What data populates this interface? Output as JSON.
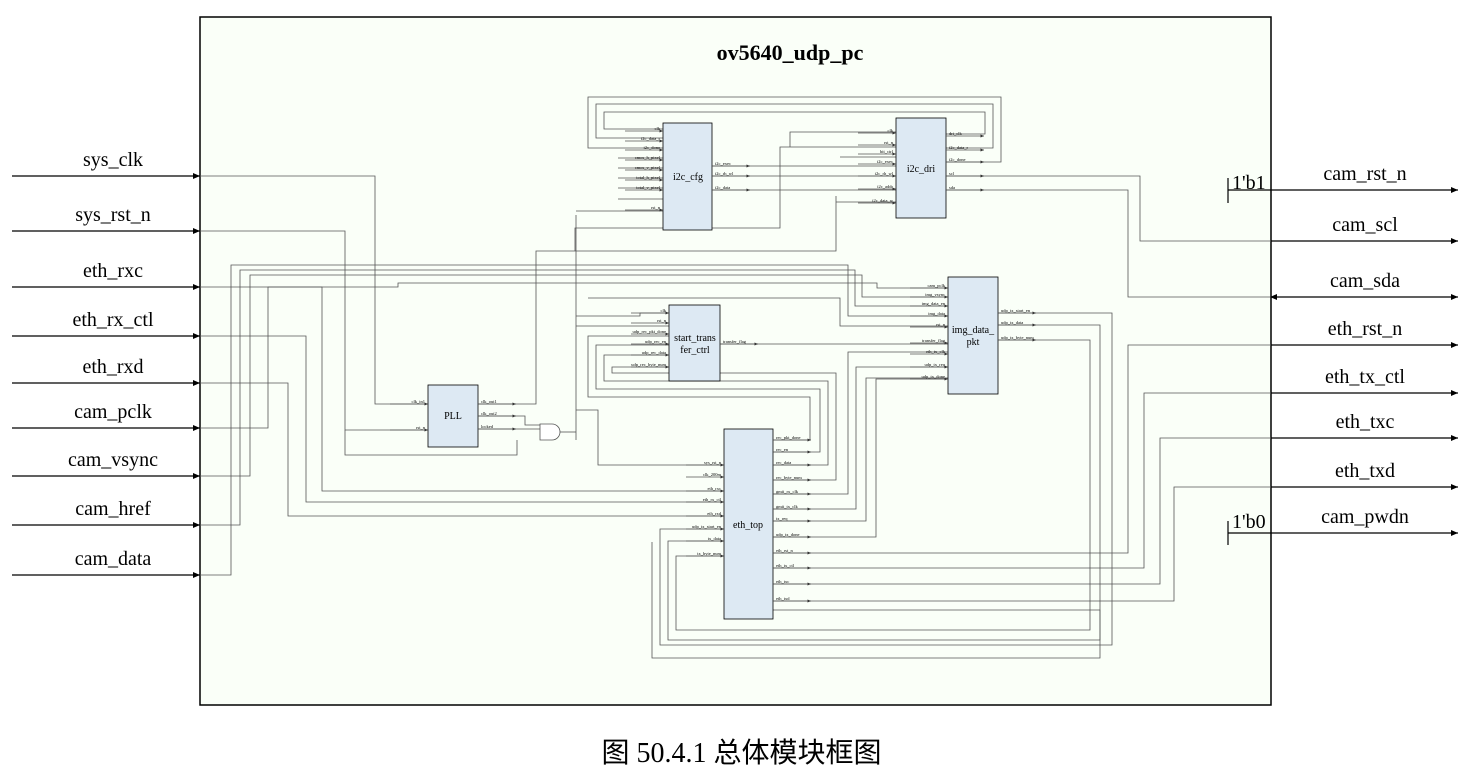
{
  "top_module": "ov5640_udp_pc",
  "caption": "图  50.4.1  总体模块框图",
  "inputs": [
    "sys_clk",
    "sys_rst_n",
    "eth_rxc",
    "eth_rx_ctl",
    "eth_rxd",
    "cam_pclk",
    "cam_vsync",
    "cam_href",
    "cam_data"
  ],
  "outputs": [
    "cam_rst_n",
    "cam_scl",
    "cam_sda",
    "eth_rst_n",
    "eth_tx_ctl",
    "eth_txc",
    "eth_txd",
    "cam_pwdn"
  ],
  "constants": {
    "cam_rst_n": "1'b1",
    "cam_pwdn": "1'b0"
  },
  "modules": {
    "i2c_cfg": {
      "name": "i2c_cfg",
      "in": [
        "clk",
        "i2c_data_r",
        "i2c_done",
        "cmos_h_pixel",
        "cmos_v_pixel",
        "total_h_pixel",
        "total_v_pixel",
        "rst_n"
      ],
      "out": [
        "i2c_exec",
        "i2c_rh_wl",
        "i2c_data"
      ]
    },
    "i2c_dri": {
      "name": "i2c_dri",
      "in": [
        "clk",
        "rst_n",
        "bit_ctrl",
        "i2c_exec",
        "i2c_rh_wl",
        "i2c_addr",
        "i2c_data_w"
      ],
      "out": [
        "dri_clk",
        "i2c_data_r",
        "i2c_done",
        "scl",
        "sda"
      ]
    },
    "img_data_pkt": {
      "name": "img_data_pkt",
      "in": [
        "cam_pclk",
        "img_vsync",
        "img_data_en",
        "img_data",
        "rst_n",
        "transfer_flag",
        "eth_tx_clk",
        "udp_tx_req",
        "udp_tx_done"
      ],
      "out": [
        "udp_tx_start_en",
        "udp_tx_data",
        "udp_tx_byte_num"
      ]
    },
    "start_transfer_ctrl": {
      "name": "start_transfer_ctrl",
      "in": [
        "clk",
        "rst_n",
        "udp_rec_pkt_done",
        "udp_rec_en",
        "udp_rec_data",
        "udp_rec_byte_num"
      ],
      "out": [
        "transfer_flag"
      ]
    },
    "pll": {
      "name": "PLL",
      "in": [
        "clk_in1",
        "rst_n"
      ],
      "out": [
        "clk_out1",
        "clk_out2",
        "locked"
      ]
    },
    "eth_top": {
      "name": "eth_top",
      "in": [
        "sys_rst_n",
        "clk_200m",
        "eth_rxc",
        "eth_rx_ctl",
        "eth_rxd",
        "udp_tx_start_en",
        "tx_data",
        "tx_byte_num"
      ],
      "out": [
        "rec_pkt_done",
        "rec_en",
        "rec_data",
        "rec_byte_num",
        "gmii_rx_clk",
        "gmii_tx_clk",
        "tx_req",
        "udp_tx_done",
        "eth_rst_n",
        "eth_tx_ctl",
        "eth_txc",
        "eth_txd"
      ]
    }
  }
}
